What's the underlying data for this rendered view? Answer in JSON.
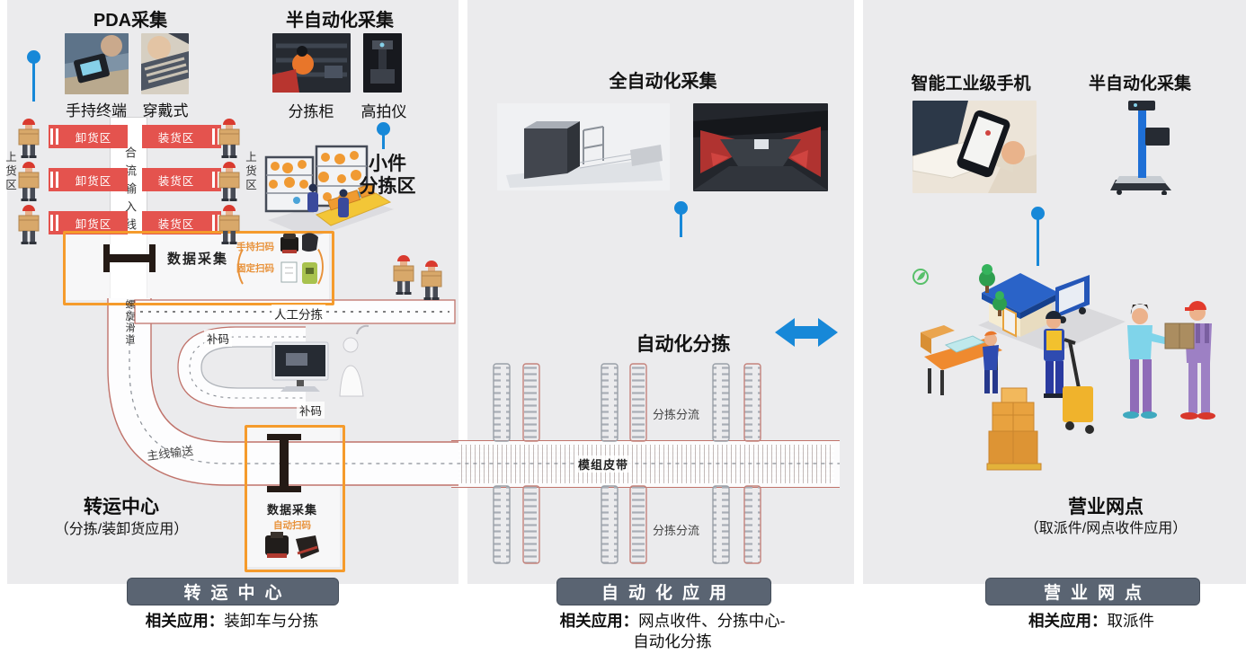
{
  "colors": {
    "blue": "#1788d8",
    "orange": "#f59b2c",
    "red": "#e4534e",
    "pill": "#5a6472",
    "panel": "#ebebed"
  },
  "transfer": {
    "pda_title": "PDA采集",
    "pda_label_1": "手持终端",
    "pda_label_2": "穿戴式",
    "semi_title": "半自动化采集",
    "semi_label_1": "分拣柜",
    "semi_label_2": "高拍仪",
    "small_area_1": "小件",
    "small_area_2": "分拣区",
    "loading_zone": "上货区",
    "banner_unload": "卸货区",
    "banner_load": "装货区",
    "merge_line": "合流输入线",
    "spiral_chute": "螺旋滑道",
    "manual_sort": "人工分拣",
    "recode": "补码",
    "main_line": "主线输送",
    "box1": {
      "title": "数据采集",
      "open": "（",
      "close": "）",
      "item1": "手持扫码",
      "item2": "固定扫码"
    },
    "box2": {
      "title": "数据采集",
      "item1": "自动扫码"
    },
    "zone_title": "转运中心",
    "zone_sub": "（分拣/装卸货应用）",
    "pill": "转运中心",
    "related_label": "相关应用：",
    "related_value": "装卸车与分拣"
  },
  "automation": {
    "title": "全自动化采集",
    "sort_title": "自动化分拣",
    "belt_label": "模组皮带",
    "split_top": "分拣分流",
    "split_bottom": "分拣分流",
    "pill": "自动化应用",
    "related_label": "相关应用：",
    "related_value": "网点收件、分拣中心-",
    "related_value_2": "自动化分拣"
  },
  "outlet": {
    "phone_title": "智能工业级手机",
    "semi_title": "半自动化采集",
    "zone_title": "营业网点",
    "zone_sub": "（取派件/网点收件应用）",
    "pill": "营业网点",
    "related_label": "相关应用：",
    "related_value": "取派件"
  }
}
